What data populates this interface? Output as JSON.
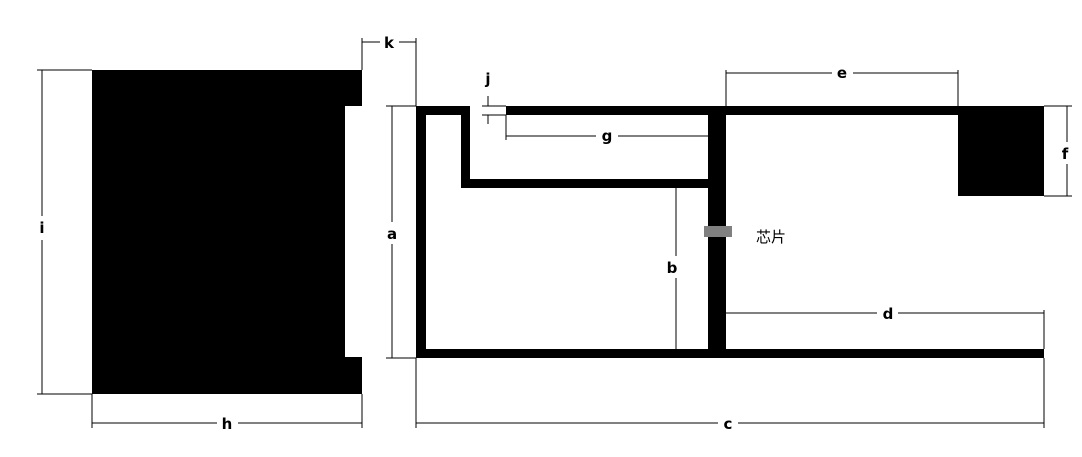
{
  "diagram": {
    "colors": {
      "shape": "#000000",
      "chip": "#808080",
      "background": "#ffffff"
    },
    "labels": {
      "a": "a",
      "b": "b",
      "c": "c",
      "d": "d",
      "e": "e",
      "f": "f",
      "g": "g",
      "h": "h",
      "i": "i",
      "j": "j",
      "k": "k"
    },
    "chip_label": "芯片"
  }
}
